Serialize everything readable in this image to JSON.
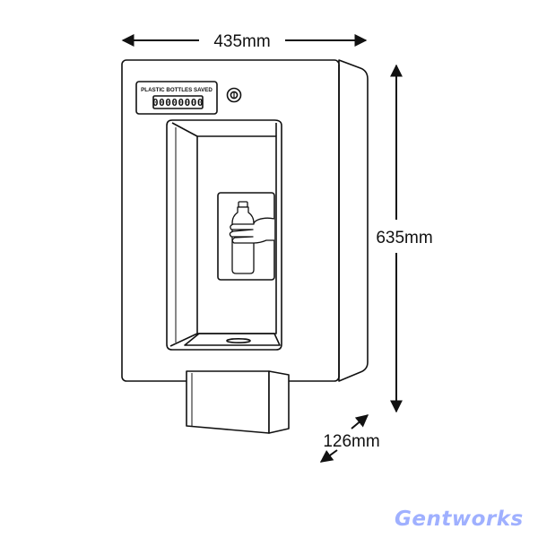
{
  "dimensions": {
    "width": "435mm",
    "height": "635mm",
    "depth": "126mm"
  },
  "panel": {
    "label": "PLASTIC BOTTLES SAVED",
    "counter": "00000000"
  },
  "brand": {
    "text": "Gentworks",
    "color": "#9fb0ff"
  },
  "icons": [
    "bottle-icon",
    "hand-icon",
    "button-icon"
  ]
}
